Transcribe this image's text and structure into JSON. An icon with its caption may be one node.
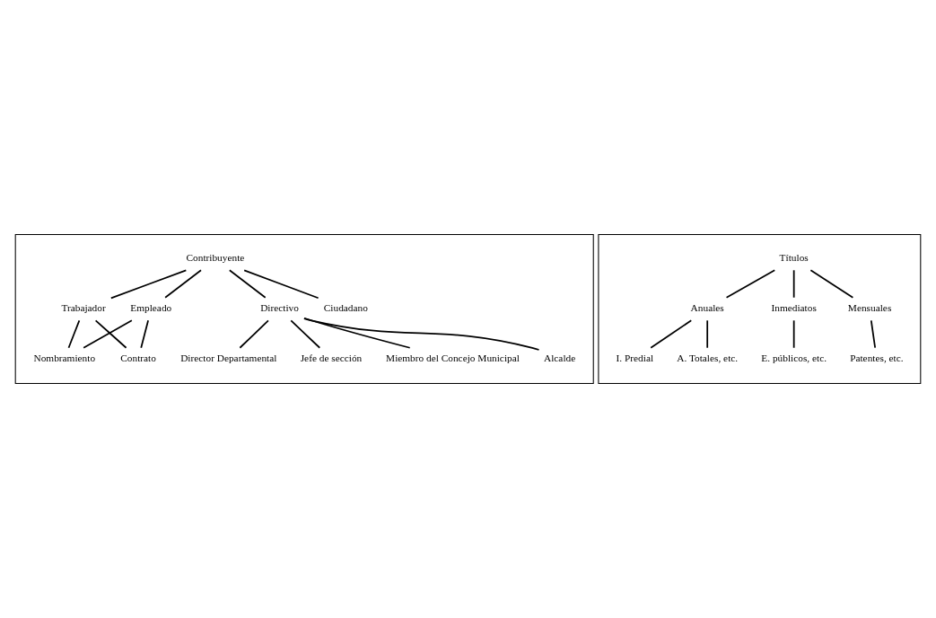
{
  "diagram": {
    "nodes": [
      {
        "text": [],
        "shape": "box"
      },
      {
        "text": [
          "Contribuyente"
        ],
        "in": 0
      },
      {
        "text": [
          "Directivo"
        ],
        "in": 0
      },
      {
        "text": [
          "Ciudadano"
        ],
        "in": 0
      },
      {
        "text": [
          "Empleado"
        ],
        "in": 0
      },
      {
        "text": [
          "Trabajador"
        ],
        "in": 0
      },
      {
        "text": [
          "Miembro del Concejo Municipal"
        ],
        "in": 0
      },
      {
        "text": [
          "Alcalde"
        ],
        "in": 0
      },
      {
        "text": [
          "Director Departamental"
        ],
        "in": 0
      },
      {
        "text": [
          "Jefe de sección"
        ],
        "in": 0
      },
      {
        "text": [
          "Nombramiento"
        ],
        "in": 0
      },
      {
        "text": [
          "Contrato"
        ],
        "in": 0
      },
      {
        "text": [],
        "shape": "box"
      },
      {
        "text": [
          "Títulos"
        ],
        "in": 12
      },
      {
        "text": [
          "Inmediatos"
        ],
        "in": 12
      },
      {
        "text": [
          "Mensuales"
        ],
        "in": 12
      },
      {
        "text": [
          "Anuales"
        ],
        "in": 12
      },
      {
        "text": [
          "E. públicos, etc."
        ],
        "in": 12
      },
      {
        "text": [
          "Patentes, etc."
        ],
        "in": 12
      },
      {
        "text": [
          "I. Predial"
        ],
        "in": 12
      },
      {
        "text": [
          "A. Totales, etc."
        ],
        "in": 12
      }
    ],
    "edges": [
      {
        "from": 1,
        "to": 2,
        "arrow": "none"
      },
      {
        "from": 1,
        "to": 3,
        "arrow": "none"
      },
      {
        "from": 1,
        "to": 4,
        "arrow": "none"
      },
      {
        "from": 1,
        "to": 5,
        "arrow": "none"
      },
      {
        "from": 2,
        "to": 6,
        "arrow": "none"
      },
      {
        "from": 2,
        "to": 7,
        "arrow": "none"
      },
      {
        "from": 2,
        "to": 8,
        "arrow": "none"
      },
      {
        "from": 2,
        "to": 9,
        "arrow": "none"
      },
      {
        "from": 4,
        "to": 10,
        "arrow": "none"
      },
      {
        "from": 4,
        "to": 11,
        "arrow": "none"
      },
      {
        "from": 5,
        "to": 10,
        "arrow": "none"
      },
      {
        "from": 5,
        "to": 11,
        "arrow": "none"
      },
      {
        "from": 13,
        "to": 14,
        "arrow": "none"
      },
      {
        "from": 13,
        "to": 15,
        "arrow": "none"
      },
      {
        "from": 13,
        "to": 16,
        "arrow": "none"
      },
      {
        "from": 14,
        "to": 17,
        "arrow": "none"
      },
      {
        "from": 15,
        "to": 18,
        "arrow": "none"
      },
      {
        "from": 16,
        "to": 19,
        "arrow": "none"
      },
      {
        "from": 16,
        "to": 20,
        "arrow": "none"
      }
    ]
  }
}
